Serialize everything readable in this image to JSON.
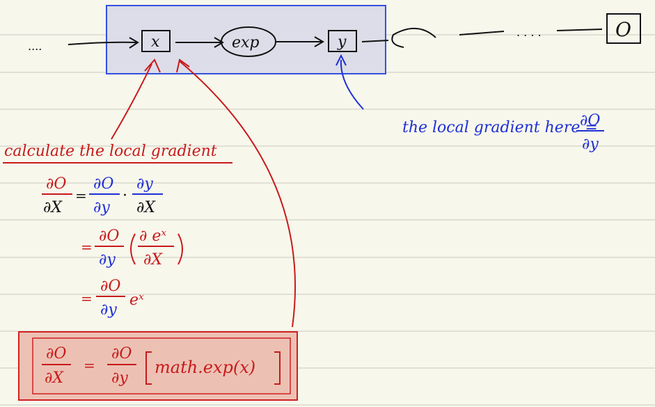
{
  "graph": {
    "leading_dots": "....",
    "node_x": "x",
    "node_exp": "exp",
    "node_y": "y",
    "trailing_dots": ". . . .",
    "node_o": "O"
  },
  "annotations": {
    "local_grad_here_prefix": "the local gradient here =",
    "local_grad_here_num": "∂O",
    "local_grad_here_den": "∂y",
    "calc_heading": "calculate the local gradient"
  },
  "derivation": {
    "l1_lhs_num": "∂O",
    "l1_lhs_den": "∂X",
    "l1_eq": "=",
    "l1_t1_num": "∂O",
    "l1_t1_den": "∂y",
    "l1_dot": "·",
    "l1_t2_num": "∂y",
    "l1_t2_den": "∂X",
    "l2_eq": "=",
    "l2_t1_num": "∂O",
    "l2_t1_den": "∂y",
    "l2_paren_num": "∂ eˣ",
    "l2_paren_den": "∂X",
    "l3_eq": "=",
    "l3_t1_num": "∂O",
    "l3_t1_den": "∂y",
    "l3_exp": "eˣ",
    "result_lhs_num": "∂O",
    "result_lhs_den": "∂X",
    "result_eq": "=",
    "result_rhs_num": "∂O",
    "result_rhs_den": "∂y",
    "result_code": "math.exp(x)"
  },
  "colors": {
    "paper": "#f7f7ec",
    "rule_line": "#c9c9bf",
    "ink": "#111111",
    "blue": "#1f2fd6",
    "red": "#c81a1a",
    "box_fill": "#dcdde8",
    "box_stroke": "#3450e0",
    "result_fill": "#ecc1b4",
    "result_stroke": "#d02020"
  }
}
